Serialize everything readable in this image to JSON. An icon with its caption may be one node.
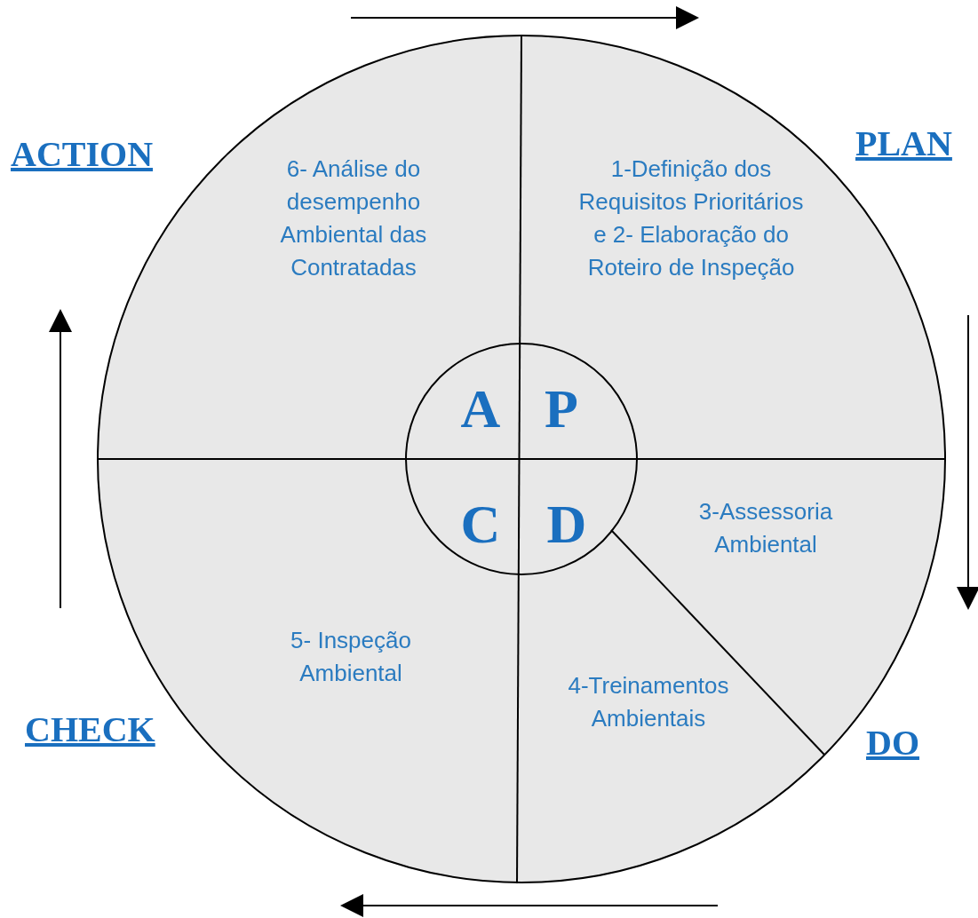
{
  "diagram": {
    "nodes": [
      {
        "text": [
          "6- Análise do desempenho Ambiental das Contratadas"
        ]
      },
      {
        "text": [
          "1-Definição dos Requisitos Prioritários e 2- Elaboração do Roteiro de Inspeção"
        ]
      },
      {
        "text": [
          "3-Assessoria Ambiental"
        ]
      },
      {
        "text": [
          "4-Treinamentos Ambientais"
        ]
      },
      {
        "text": [
          "5- Inspeção Ambiental"
        ]
      },
      {
        "text": [
          "A"
        ]
      },
      {
        "text": [
          "P"
        ]
      },
      {
        "text": [
          "C"
        ]
      },
      {
        "text": [
          "D"
        ]
      }
    ],
    "edges": [],
    "labels": [
      "ACTION",
      "PLAN",
      "CHECK",
      "DO"
    ]
  }
}
